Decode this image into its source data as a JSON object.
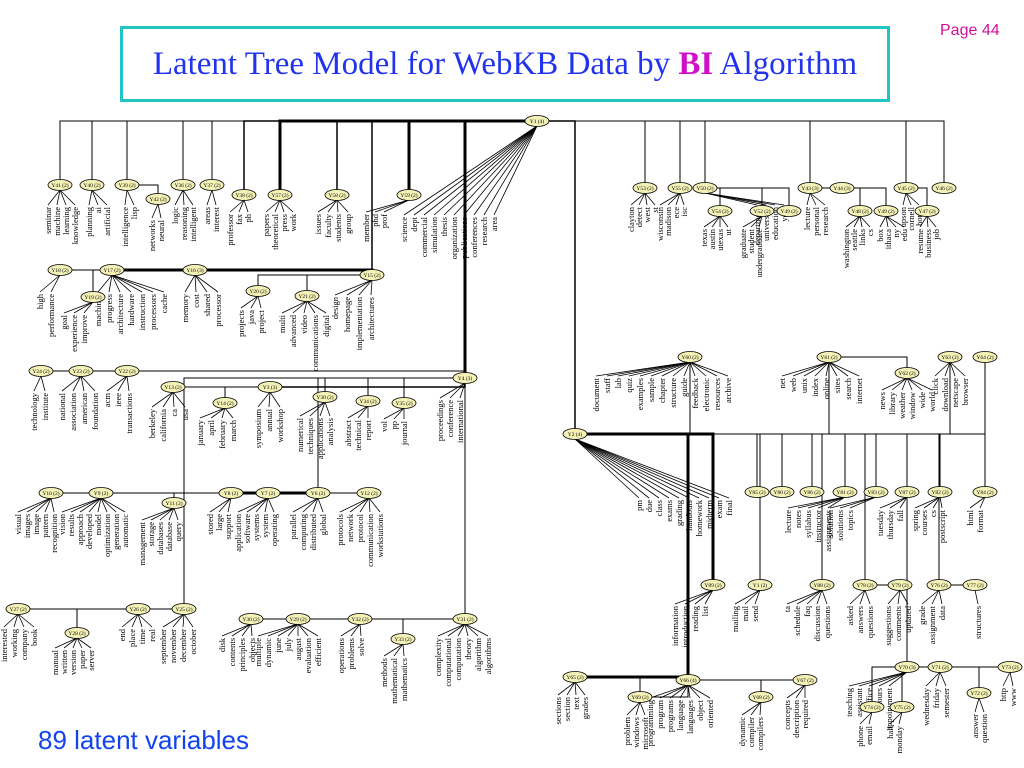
{
  "page": {
    "title_prefix": "Latent Tree Model for WebKB Data by",
    "title_emphasis": "BI",
    "title_suffix": "Algorithm",
    "page_label": "Page 44",
    "footer": "89 latent variables"
  },
  "tree": {
    "nodes": [
      {
        "id": "Y1",
        "label": "Y1 (4)"
      },
      {
        "id": "Y41",
        "label": "Y41 (2)"
      },
      {
        "id": "Y40",
        "label": "Y40 (2)"
      },
      {
        "id": "Y39",
        "label": "Y39 (2)"
      },
      {
        "id": "Y42",
        "label": "Y42 (2)"
      },
      {
        "id": "Y36",
        "label": "Y36 (2)"
      },
      {
        "id": "Y37",
        "label": "Y37 (2)"
      },
      {
        "id": "Y38",
        "label": "Y38 (2)"
      },
      {
        "id": "Y57",
        "label": "Y57 (2)"
      },
      {
        "id": "Y58",
        "label": "Y58 (2)"
      },
      {
        "id": "Y59",
        "label": "Y59 (2)"
      },
      {
        "id": "Y18",
        "label": "Y18 (2)"
      },
      {
        "id": "Y17",
        "label": "Y17 (2)"
      },
      {
        "id": "Y19",
        "label": "Y19 (2)"
      },
      {
        "id": "Y16",
        "label": "Y16 (3)"
      },
      {
        "id": "Y15",
        "label": "Y15 (2)"
      },
      {
        "id": "Y20",
        "label": "Y20 (2)"
      },
      {
        "id": "Y21",
        "label": "Y21 (2)"
      },
      {
        "id": "Y24",
        "label": "Y24 (2)"
      },
      {
        "id": "Y23",
        "label": "Y23 (2)"
      },
      {
        "id": "Y22",
        "label": "Y22 (2)"
      },
      {
        "id": "Y13",
        "label": "Y13 (2)"
      },
      {
        "id": "Y14",
        "label": "Y14 (2)"
      },
      {
        "id": "Y3",
        "label": "Y3 (3)"
      },
      {
        "id": "Y4",
        "label": "Y4 (3)"
      },
      {
        "id": "Y30",
        "label": "Y30 (2)"
      },
      {
        "id": "Y34",
        "label": "Y34 (2)"
      },
      {
        "id": "Y35",
        "label": "Y35 (2)"
      },
      {
        "id": "Y10",
        "label": "Y10 (2)"
      },
      {
        "id": "Y9",
        "label": "Y9 (2)"
      },
      {
        "id": "Y11",
        "label": "Y11 (2)"
      },
      {
        "id": "Y8",
        "label": "Y8 (2)"
      },
      {
        "id": "Y7",
        "label": "Y7 (2)"
      },
      {
        "id": "Y6",
        "label": "Y6 (2)"
      },
      {
        "id": "Y12",
        "label": "Y12 (2)"
      },
      {
        "id": "Y27",
        "label": "Y27 (2)"
      },
      {
        "id": "Y26",
        "label": "Y26 (2)"
      },
      {
        "id": "Y28",
        "label": "Y28 (2)"
      },
      {
        "id": "Y25",
        "label": "Y25 (2)"
      },
      {
        "id": "Y30b",
        "label": "Y30 (2)"
      },
      {
        "id": "Y29",
        "label": "Y29 (2)"
      },
      {
        "id": "Y32",
        "label": "Y32 (2)"
      },
      {
        "id": "Y33",
        "label": "Y33 (2)"
      },
      {
        "id": "Y31",
        "label": "Y31 (2)"
      },
      {
        "id": "Y53",
        "label": "Y53 (2)"
      },
      {
        "id": "Y55",
        "label": "Y55 (2)"
      },
      {
        "id": "Y50",
        "label": "Y50 (2)"
      },
      {
        "id": "Y54",
        "label": "Y54 (2)"
      },
      {
        "id": "Y52",
        "label": "Y52 (2)"
      },
      {
        "id": "Y49",
        "label": "Y49 (2)"
      },
      {
        "id": "Y43",
        "label": "Y43 (3)"
      },
      {
        "id": "Y44",
        "label": "Y44 (3)"
      },
      {
        "id": "Y48",
        "label": "Y48 (2)"
      },
      {
        "id": "Y49b",
        "label": "Y49 (2)"
      },
      {
        "id": "Y45",
        "label": "Y45 (2)"
      },
      {
        "id": "Y47",
        "label": "Y47 (2)"
      },
      {
        "id": "Y46",
        "label": "Y46 (2)"
      },
      {
        "id": "Y60",
        "label": "Y60 (2)"
      },
      {
        "id": "Y61",
        "label": "Y61 (2)"
      },
      {
        "id": "Y62",
        "label": "Y62 (2)"
      },
      {
        "id": "Y63",
        "label": "Y63 (2)"
      },
      {
        "id": "Y64",
        "label": "Y64 (2)"
      },
      {
        "id": "Y2",
        "label": "Y2 (4)"
      },
      {
        "id": "Y85",
        "label": "Y85 (2)"
      },
      {
        "id": "Y80",
        "label": "Y80 (2)"
      },
      {
        "id": "Y86",
        "label": "Y86 (2)"
      },
      {
        "id": "Y81",
        "label": "Y81 (2)"
      },
      {
        "id": "Y83",
        "label": "Y83 (2)"
      },
      {
        "id": "Y87",
        "label": "Y87 (2)"
      },
      {
        "id": "Y82",
        "label": "Y82 (2)"
      },
      {
        "id": "Y84",
        "label": "Y84 (2)"
      },
      {
        "id": "Y89",
        "label": "Y89 (2)"
      },
      {
        "id": "Y1b",
        "label": "Y1 (2)"
      },
      {
        "id": "Y88",
        "label": "Y88 (2)"
      },
      {
        "id": "Y78",
        "label": "Y78 (2)"
      },
      {
        "id": "Y79",
        "label": "Y79 (2)"
      },
      {
        "id": "Y76",
        "label": "Y76 (2)"
      },
      {
        "id": "Y77",
        "label": "Y77 (2)"
      },
      {
        "id": "Y65",
        "label": "Y65 (2)"
      },
      {
        "id": "Y69",
        "label": "Y69 (2)"
      },
      {
        "id": "Y66",
        "label": "Y66 (4)"
      },
      {
        "id": "Y68",
        "label": "Y68 (2)"
      },
      {
        "id": "Y67",
        "label": "Y67 (2)"
      },
      {
        "id": "Y70",
        "label": "Y70 (3)"
      },
      {
        "id": "Y74",
        "label": "Y74 (2)"
      },
      {
        "id": "Y75",
        "label": "Y75 (2)"
      },
      {
        "id": "Y71",
        "label": "Y71 (2)"
      },
      {
        "id": "Y72",
        "label": "Y72 (2)"
      },
      {
        "id": "Y73",
        "label": "Y73 (2)"
      }
    ],
    "leaves": {
      "Y41": [
        "seminar",
        "machine",
        "learning",
        "knowledge"
      ],
      "Y40": [
        "planning",
        "ai",
        "artificial"
      ],
      "Y39": [
        "intelligence",
        "lisp"
      ],
      "Y42": [
        "networks",
        "neural"
      ],
      "Y36": [
        "logic",
        "reasoning",
        "intelligent"
      ],
      "Y37": [
        "areas",
        "interest"
      ],
      "Y38": [
        "professor",
        "fax",
        "ph"
      ],
      "Y57": [
        "papers",
        "theoretical",
        "press",
        "work"
      ],
      "Y58": [
        "issues",
        "faculty",
        "students",
        "group"
      ],
      "Y59": [
        "member",
        "phd",
        "prof"
      ],
      "Y1": [
        "science",
        "dept",
        "commercial",
        "simulation",
        "thesis",
        "organization",
        "publications",
        "conferences",
        "research",
        "area"
      ],
      "Y18": [
        "high",
        "performance"
      ],
      "Y17": [
        "machines",
        "progress",
        "architecture",
        "hardware",
        "instruction",
        "processors",
        "cache"
      ],
      "Y19": [
        "goal",
        "experience",
        "improve"
      ],
      "Y16": [
        "memory",
        "cost",
        "shared",
        "processor"
      ],
      "Y15": [
        "design",
        "homepage",
        "implementation",
        "architectures"
      ],
      "Y20": [
        "projects",
        "java",
        "project"
      ],
      "Y21": [
        "multi",
        "advanced",
        "video",
        "communications",
        "digital"
      ],
      "Y24": [
        "technology",
        "institute"
      ],
      "Y23": [
        "national",
        "association",
        "american",
        "foundation"
      ],
      "Y22": [
        "acm",
        "ieee",
        "transactions"
      ],
      "Y13": [
        "berkeley",
        "california",
        "ca",
        "usa"
      ],
      "Y14": [
        "january",
        "april",
        "february",
        "march"
      ],
      "Y3": [
        "symposium",
        "annual",
        "workshop"
      ],
      "Y4": [
        "proceedings",
        "conference",
        "international"
      ],
      "Y30": [
        "numerical",
        "techniques",
        "applications",
        "analysis"
      ],
      "Y34": [
        "abstract",
        "technical",
        "report"
      ],
      "Y35": [
        "vol",
        "pp",
        "journal"
      ],
      "Y10": [
        "visual",
        "images",
        "image",
        "pattern",
        "recognition"
      ],
      "Y9": [
        "vision",
        "results",
        "approach",
        "developed",
        "model",
        "optimization",
        "generation",
        "automatic"
      ],
      "Y11": [
        "management",
        "storage",
        "databases",
        "database",
        "query"
      ],
      "Y8": [
        "stored",
        "large",
        "support"
      ],
      "Y7": [
        "application",
        "software",
        "systems",
        "system",
        "operating"
      ],
      "Y6": [
        "parallel",
        "computing",
        "distributed",
        "global"
      ],
      "Y12": [
        "protocols",
        "network",
        "protocol",
        "communication",
        "workstations"
      ],
      "Y27": [
        "interested",
        "working",
        "company",
        "book"
      ],
      "Y28": [
        "manual",
        "written",
        "version",
        "paper",
        "server"
      ],
      "Y26": [
        "end",
        "place",
        "time",
        "real"
      ],
      "Y25": [
        "september",
        "november",
        "december",
        "october"
      ],
      "Y30b": [
        "disk",
        "contents",
        "principles",
        "objects"
      ],
      "Y29": [
        "multiple",
        "dynamic",
        "june",
        "july",
        "august",
        "evaluation",
        "efficient"
      ],
      "Y32": [
        "operations",
        "problems",
        "solve"
      ],
      "Y33": [
        "methods",
        "mathematical",
        "mathematics"
      ],
      "Y31": [
        "complexity",
        "computational",
        "computation",
        "theory",
        "algorithm",
        "algorithms"
      ],
      "Y53": [
        "clayton",
        "detect",
        "west",
        "st"
      ],
      "Y55": [
        "wisconsin",
        "madison",
        "ece",
        "isc"
      ],
      "Y54": [
        "texas",
        "austin",
        "utexas",
        "ut"
      ],
      "Y52": [
        "graduate",
        "student",
        "undergraduate"
      ],
      "Y50": [
        "department",
        "university",
        "education",
        "year"
      ],
      "Y43": [
        "lecture",
        "personal",
        "research"
      ],
      "Y48": [
        "washington",
        "seattle",
        "links",
        "cs"
      ],
      "Y49b": [
        "box",
        "ithaca",
        "ny",
        "edu"
      ],
      "Y45": [
        "upson",
        "cornell",
        "home"
      ],
      "Y47": [
        "resume",
        "business",
        "job"
      ],
      "Y60": [
        "document",
        "staff",
        "lab",
        "quiz",
        "examples",
        "sample",
        "chapter",
        "structure",
        "guide",
        "feedback",
        "electronic",
        "resources",
        "archive"
      ],
      "Y61": [
        "net",
        "web",
        "unix",
        "index",
        "online",
        "sites",
        "search",
        "internet"
      ],
      "Y62": [
        "news",
        "library",
        "weather",
        "window",
        "wide",
        "world"
      ],
      "Y63": [
        "click",
        "download",
        "netscape",
        "browser"
      ],
      "Y2": [
        "pm",
        "due",
        "class",
        "exams",
        "grading",
        "handouts",
        "homework",
        "midterm",
        "exam",
        "final"
      ],
      "Y81": [
        "lecture",
        "notes",
        "syllabus",
        "instructor",
        "assignments"
      ],
      "Y83": [
        "solution",
        "solutions",
        "topics"
      ],
      "Y87": [
        "tuesday",
        "thursday",
        "fall"
      ],
      "Y82": [
        "spring",
        "courses",
        "cs",
        "postscript"
      ],
      "Y84": [
        "html",
        "format"
      ],
      "Y89": [
        "information",
        "introduction",
        "reading",
        "list"
      ],
      "Y1b": [
        "mailing",
        "mail",
        "send"
      ],
      "Y88": [
        "ta",
        "schedule",
        "faq",
        "discussion",
        "questions"
      ],
      "Y78": [
        "asked",
        "answers",
        "questions"
      ],
      "Y79": [
        "suggestions",
        "comments",
        "updated"
      ],
      "Y76": [
        "grade",
        "assignment",
        "data"
      ],
      "Y77": [
        "structures"
      ],
      "Y65": [
        "sections",
        "section",
        "text",
        "grades"
      ],
      "Y69": [
        "problem",
        "windows",
        "microsoft"
      ],
      "Y66": [
        "programming",
        "program",
        "programs",
        "language",
        "languages",
        "object",
        "oriented"
      ],
      "Y68": [
        "dynamic",
        "compiler",
        "compilers"
      ],
      "Y67": [
        "concepts",
        "description",
        "required"
      ],
      "Y70": [
        "teaching",
        "assistant",
        "office",
        "hours",
        "appointment"
      ],
      "Y74": [
        "phone",
        "email"
      ],
      "Y75": [
        "hall",
        "monday"
      ],
      "Y71": [
        "wednesday",
        "friday",
        "semester"
      ],
      "Y72": [
        "answer",
        "question"
      ],
      "Y73": [
        "http",
        "www"
      ]
    }
  }
}
